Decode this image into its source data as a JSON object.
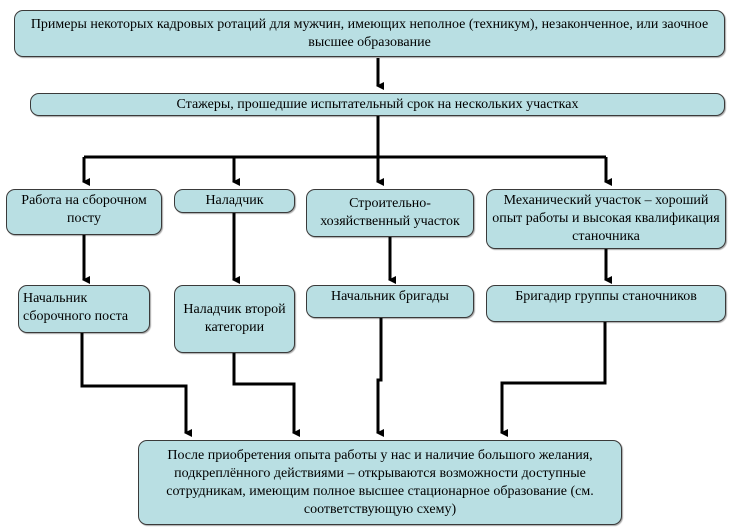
{
  "diagram": {
    "root": {
      "text": "Примеры некоторых кадровых ротаций для мужчин, имеющих неполное (техникум), незаконченное, или заочное высшее образование"
    },
    "level1": {
      "text": "Стажеры, прошедшие испытательный срок на нескольких участках"
    },
    "branches": [
      {
        "top": "Работа на сборочном посту",
        "bottom": "Начальник сборочного поста"
      },
      {
        "top": "Наладчик",
        "bottom": "Наладчик второй категории"
      },
      {
        "top": "Строительно-хозяйственный участок",
        "bottom": "Начальник бригады"
      },
      {
        "top": "Механический участок – хороший опыт работы и высокая квалификация станочника",
        "bottom": "Бригадир группы станочников"
      }
    ],
    "result": {
      "text": "После приобретения опыта работы у нас и наличие большого желания, подкреплённого действиями – открываются возможности доступные сотрудникам, имеющим полное высшее стационарное образование (см. соответствующую схему)"
    },
    "colors": {
      "node_fill": "#b9dfe3",
      "node_border": "#3a3a3a",
      "connector": "#000000"
    }
  }
}
